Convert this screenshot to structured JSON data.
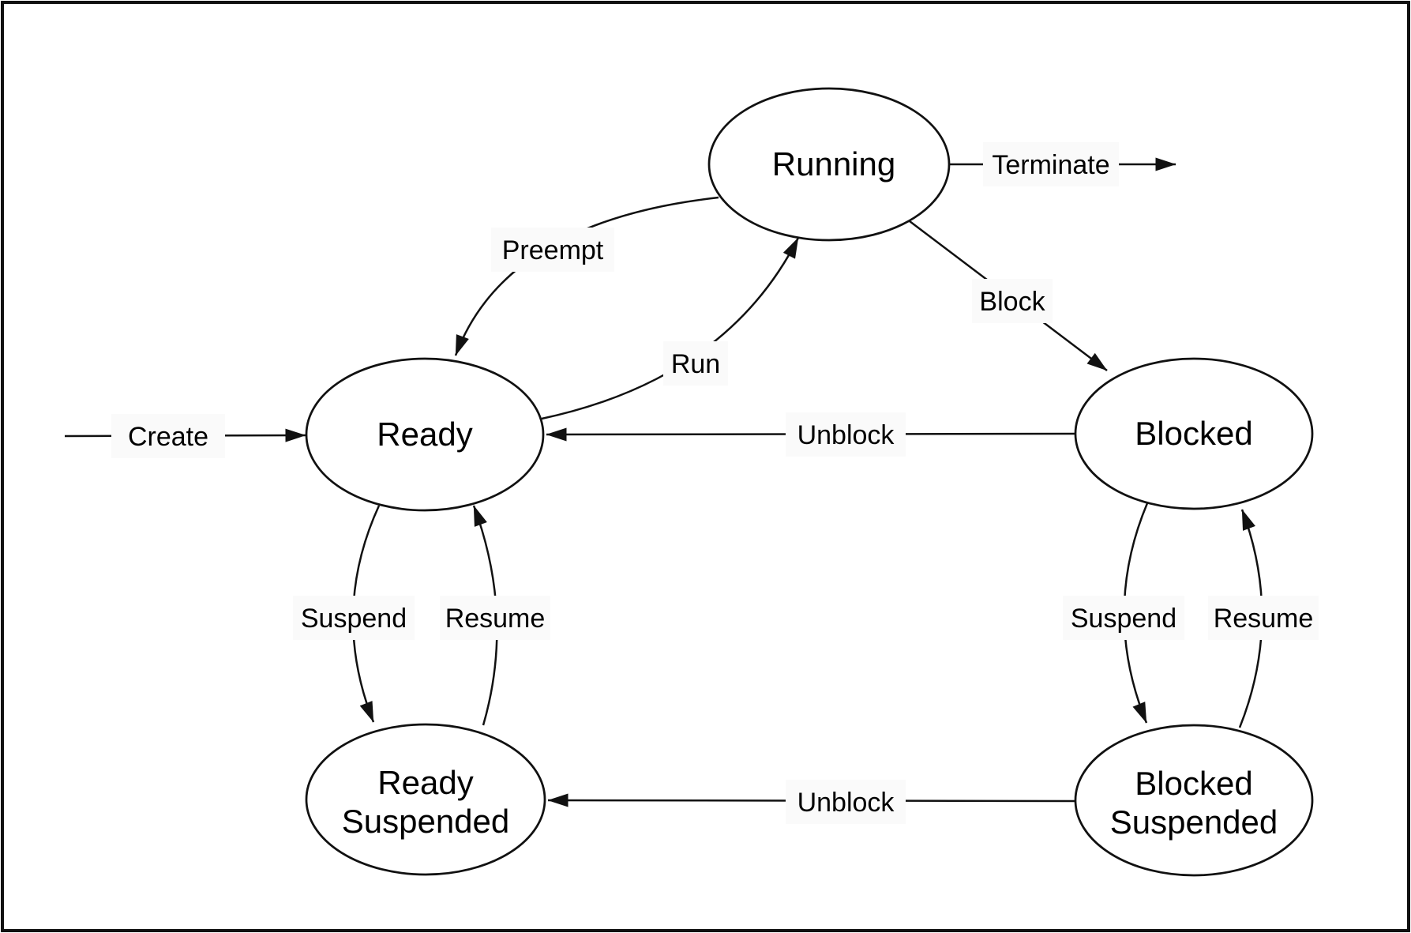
{
  "diagram_type": "process-state-diagram",
  "states": [
    {
      "id": "running",
      "label": "Running"
    },
    {
      "id": "ready",
      "label": "Ready"
    },
    {
      "id": "blocked",
      "label": "Blocked"
    },
    {
      "id": "ready-suspended",
      "lines": [
        "Ready",
        "Suspended"
      ]
    },
    {
      "id": "blocked-suspended",
      "lines": [
        "Blocked",
        "Suspended"
      ]
    }
  ],
  "transitions": [
    {
      "label": "Create",
      "from": "(start)",
      "to": "Ready"
    },
    {
      "label": "Terminate",
      "from": "Running",
      "to": "(end)"
    },
    {
      "label": "Preempt",
      "from": "Running",
      "to": "Ready"
    },
    {
      "label": "Run",
      "from": "Ready",
      "to": "Running"
    },
    {
      "label": "Block",
      "from": "Running",
      "to": "Blocked"
    },
    {
      "label": "Unblock",
      "from": "Blocked",
      "to": "Ready"
    },
    {
      "label": "Suspend",
      "from": "Ready",
      "to": "Ready Suspended"
    },
    {
      "label": "Resume",
      "from": "Ready Suspended",
      "to": "Ready"
    },
    {
      "label": "Suspend",
      "from": "Blocked",
      "to": "Blocked Suspended"
    },
    {
      "label": "Resume",
      "from": "Blocked Suspended",
      "to": "Blocked"
    },
    {
      "label": "Unblock",
      "from": "Blocked Suspended",
      "to": "Ready Suspended"
    }
  ],
  "colors": {
    "stroke": "#111111",
    "background": "#ffffff",
    "label_background": "#fafafa",
    "text": "#000000"
  }
}
